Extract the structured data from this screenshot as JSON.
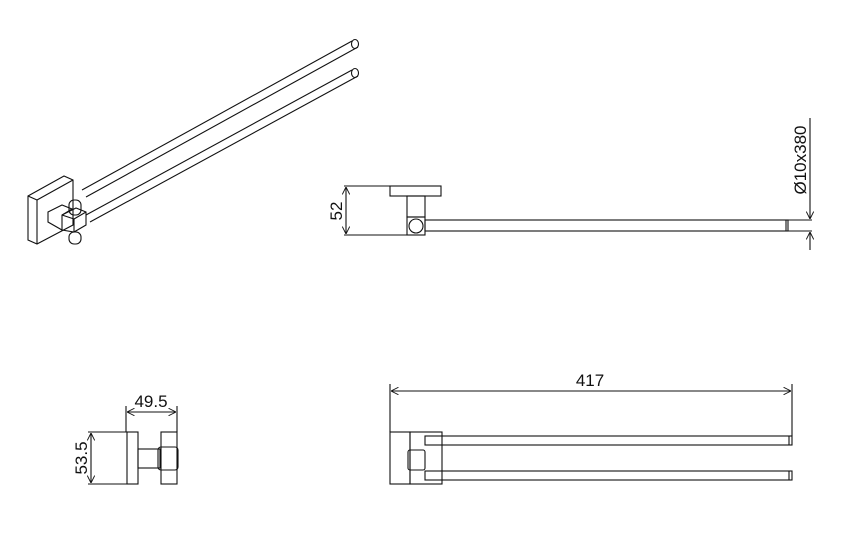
{
  "title": "Double swivel towel bar technical drawing",
  "dimensions": {
    "side_height": "52",
    "bar_spec": "Ø10x380",
    "end_width": "49.5",
    "end_height": "53.5",
    "total_length": "417"
  }
}
